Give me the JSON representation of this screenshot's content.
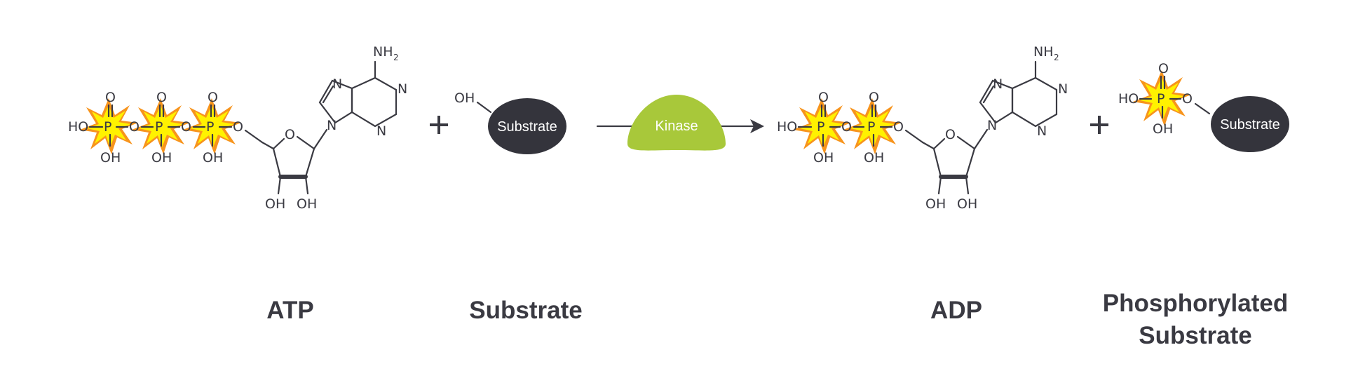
{
  "labels": {
    "atp": "ATP",
    "substrate": "Substrate",
    "adp": "ADP",
    "phospho_line1": "Phosphorylated",
    "phospho_line2": "Substrate"
  },
  "enzyme": "Kinase",
  "substrate_blob": "Substrate",
  "atoms": {
    "P": "P",
    "O": "O",
    "HO": "HO",
    "OH": "OH",
    "N": "N",
    "NH": "NH",
    "two": "2"
  },
  "colors": {
    "burst_outer": "#f7941d",
    "burst_inner": "#fff200",
    "kinase": "#a8c83a",
    "substrate_blob": "#34343c",
    "ink": "#3a3a42"
  },
  "icons": [
    "phosphate-burst-icon",
    "reaction-arrow-icon",
    "plus-icon"
  ]
}
